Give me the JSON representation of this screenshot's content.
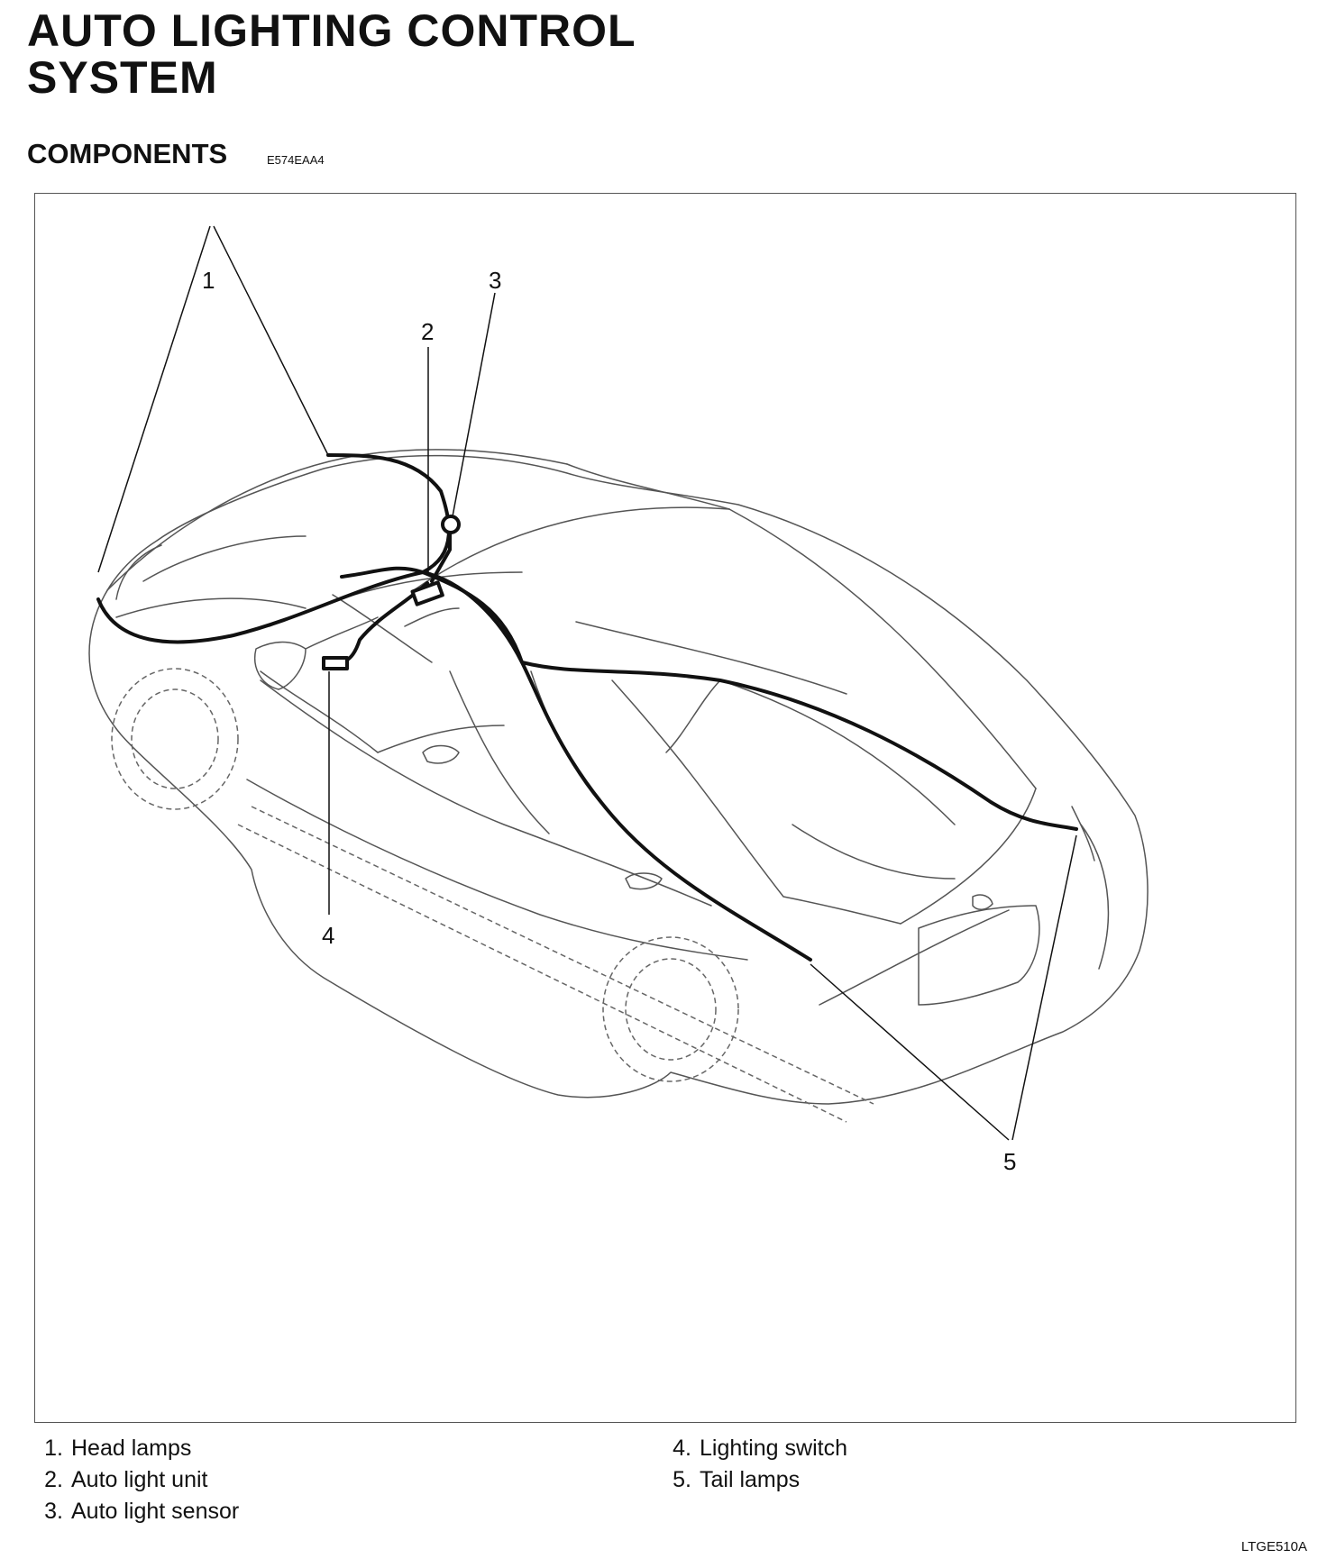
{
  "title_lines": [
    "AUTO LIGHTING CONTROL",
    "SYSTEM"
  ],
  "section": {
    "heading": "COMPONENTS",
    "code": "E574EAA4"
  },
  "callouts": [
    "1",
    "2",
    "3",
    "4",
    "5"
  ],
  "legend": {
    "left": [
      {
        "num": "1.",
        "label": "Head lamps"
      },
      {
        "num": "2.",
        "label": "Auto light unit"
      },
      {
        "num": "3.",
        "label": "Auto light sensor"
      }
    ],
    "right": [
      {
        "num": "4.",
        "label": "Lighting switch"
      },
      {
        "num": "5.",
        "label": "Tail lamps"
      }
    ]
  },
  "figure_code": "LTGE510A"
}
